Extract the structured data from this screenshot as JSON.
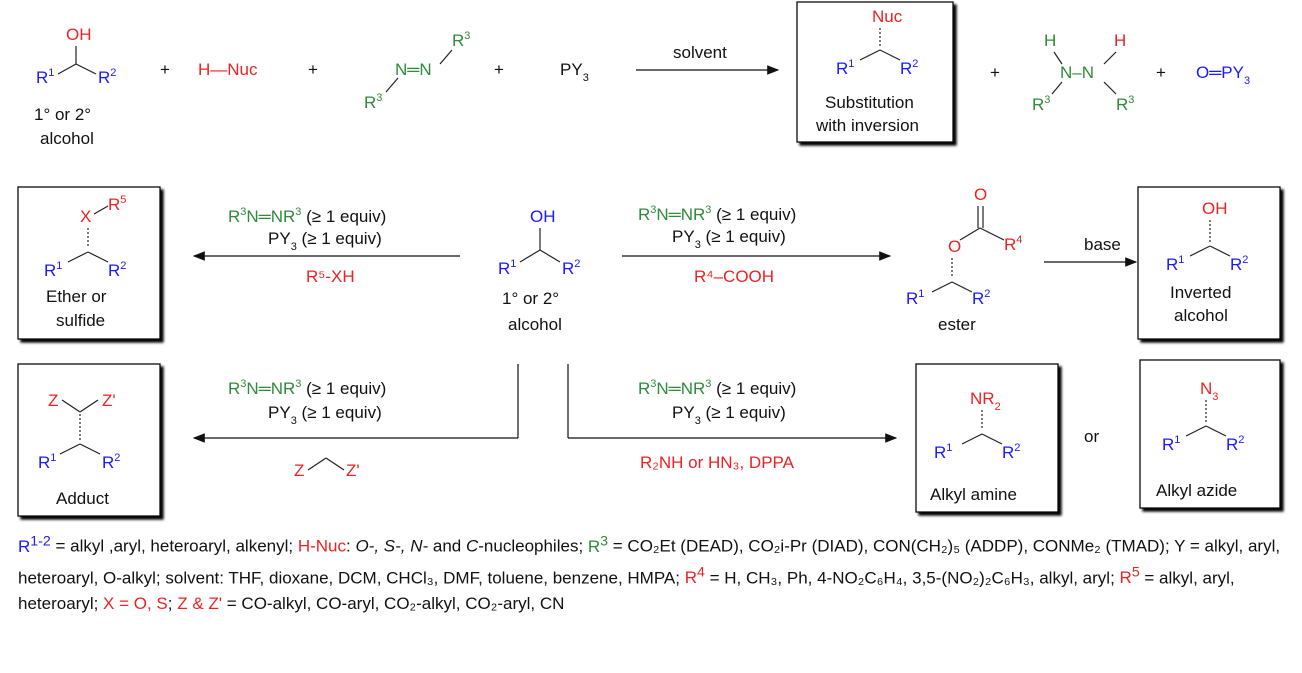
{
  "top": {
    "alcohol": {
      "oh": "OH",
      "r1": "R",
      "r1sup": "1",
      "r2": "R",
      "r2sup": "2",
      "label1": "1° or 2°",
      "label2": "alcohol"
    },
    "plus": "+",
    "hnuc": "H—Nuc",
    "azo": {
      "r3top": "R",
      "r3topsup": "3",
      "nn": "N═N",
      "r3bot": "R",
      "r3botsup": "3"
    },
    "py3": "PY",
    "py3sub": "3",
    "arrow_label": "solvent",
    "product": {
      "nuc": "Nuc",
      "r1": "R",
      "r1sup": "1",
      "r2": "R",
      "r2sup": "2",
      "label1": "Substitution",
      "label2": "with inversion"
    },
    "hydrazine": {
      "h1": "H",
      "h2": "H",
      "nn": "N–N",
      "r3a": "R",
      "r3asup": "3",
      "r3b": "R",
      "r3bsup": "3"
    },
    "oxide": "O═PY",
    "oxidesub": "3"
  },
  "center": {
    "oh": "OH",
    "r1": "R",
    "r1sup": "1",
    "r2": "R",
    "r2sup": "2",
    "label1": "1° or 2°",
    "label2": "alcohol"
  },
  "reagents": {
    "azo_prefix": "R",
    "azo_sup1": "3",
    "azo_mid": "N═NR",
    "azo_sup2": "3",
    "azo_suffix": " (≥ 1 equiv)",
    "py": "PY",
    "py_sub": "3",
    "py_suffix": " (≥ 1 equiv)"
  },
  "ether": {
    "reagent": "R⁵-XH",
    "x": "X",
    "r5": "R",
    "r5sup": "5",
    "r1": "R",
    "r1sup": "1",
    "r2": "R",
    "r2sup": "2",
    "label1": "Ether or",
    "label2": "sulfide"
  },
  "ester": {
    "reagent": "R⁴–COOH",
    "o1": "O",
    "o2": "O",
    "r4": "R",
    "r4sup": "4",
    "r1": "R",
    "r1sup": "1",
    "r2": "R",
    "r2sup": "2",
    "label": "ester",
    "base": "base"
  },
  "inverted": {
    "oh": "OH",
    "r1": "R",
    "r1sup": "1",
    "r2": "R",
    "r2sup": "2",
    "label1": "Inverted",
    "label2": "alcohol"
  },
  "adduct": {
    "reagent_z": "Z",
    "reagent_z2": "Z'",
    "z": "Z",
    "z2": "Z'",
    "r1": "R",
    "r1sup": "1",
    "r2": "R",
    "r2sup": "2",
    "label": "Adduct"
  },
  "amine": {
    "reagent": "R₂NH or HN₃, DPPA",
    "nr2": "NR",
    "nr2sub": "2",
    "r1": "R",
    "r1sup": "1",
    "r2": "R",
    "r2sup": "2",
    "label": "Alkyl amine",
    "or": "or"
  },
  "azide": {
    "n3": "N",
    "n3sub": "3",
    "r1": "R",
    "r1sup": "1",
    "r2": "R",
    "r2sup": "2",
    "label": "Alkyl azide"
  },
  "legend": {
    "r12": "R",
    "r12sup": "1-2",
    "t1": " = alkyl ,aryl, heteroaryl, alkenyl; ",
    "hnuc": "H-Nuc",
    "t2": ": ",
    "t2i": "O-, S-, N-",
    "t2b": " and ",
    "t2c": "C",
    "t2d": "-nucleophiles; ",
    "r3": "R",
    "r3sup": "3",
    "t3": " = CO₂Et (DEAD), CO₂i-Pr (DIAD), CON(CH₂)₅ (ADDP), CONMe₂ (TMAD); Y = alkyl, aryl, heteroaryl, O-alkyl; solvent: THF, dioxane, DCM, CHCl₃, DMF, toluene, benzene, HMPA; ",
    "r4": "R",
    "r4sup": "4",
    "t4": " = H, CH₃, Ph, 4-NO₂C₆H₄, 3,5-(NO₂)₂C₆H₃, alkyl, aryl; ",
    "r5": "R",
    "r5sup": "5",
    "t5": " = alkyl, aryl, heteroaryl; ",
    "x": "X = O, S",
    "t6": "; ",
    "z": "Z & Z'",
    "t7": " = CO-alkyl, CO-aryl, CO₂-alkyl, CO₂-aryl, CN"
  },
  "colors": {
    "blue": "#1a1aff",
    "red": "#ee2222",
    "green": "#2e8b3a"
  }
}
